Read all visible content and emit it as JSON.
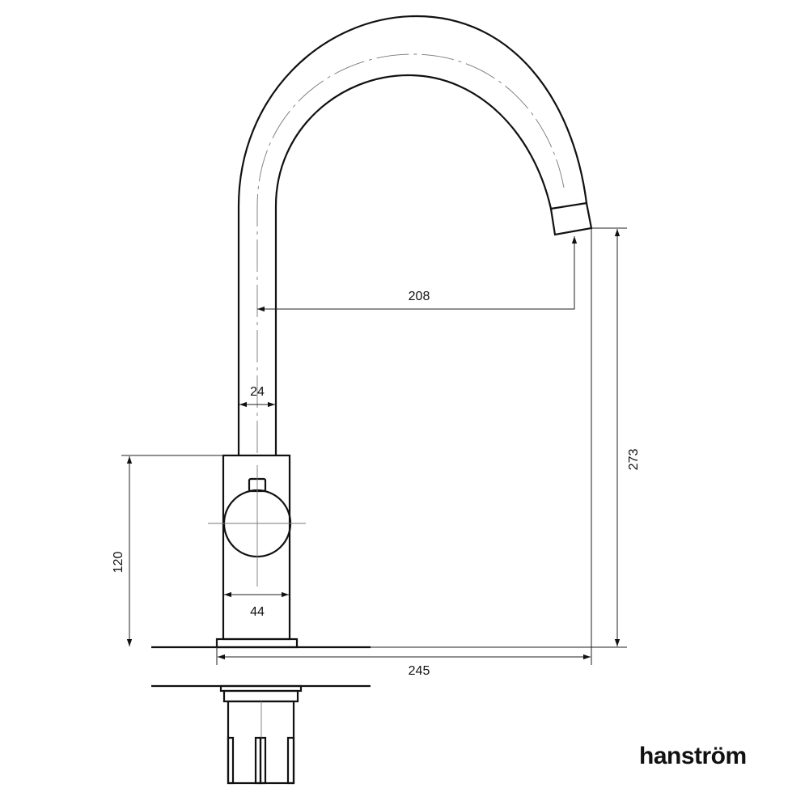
{
  "dimensions": {
    "reach": "208",
    "spout_diameter": "24",
    "body_height": "120",
    "body_width": "44",
    "total_width": "245",
    "spout_height": "273"
  },
  "brand": {
    "logo_text": "hanström"
  }
}
